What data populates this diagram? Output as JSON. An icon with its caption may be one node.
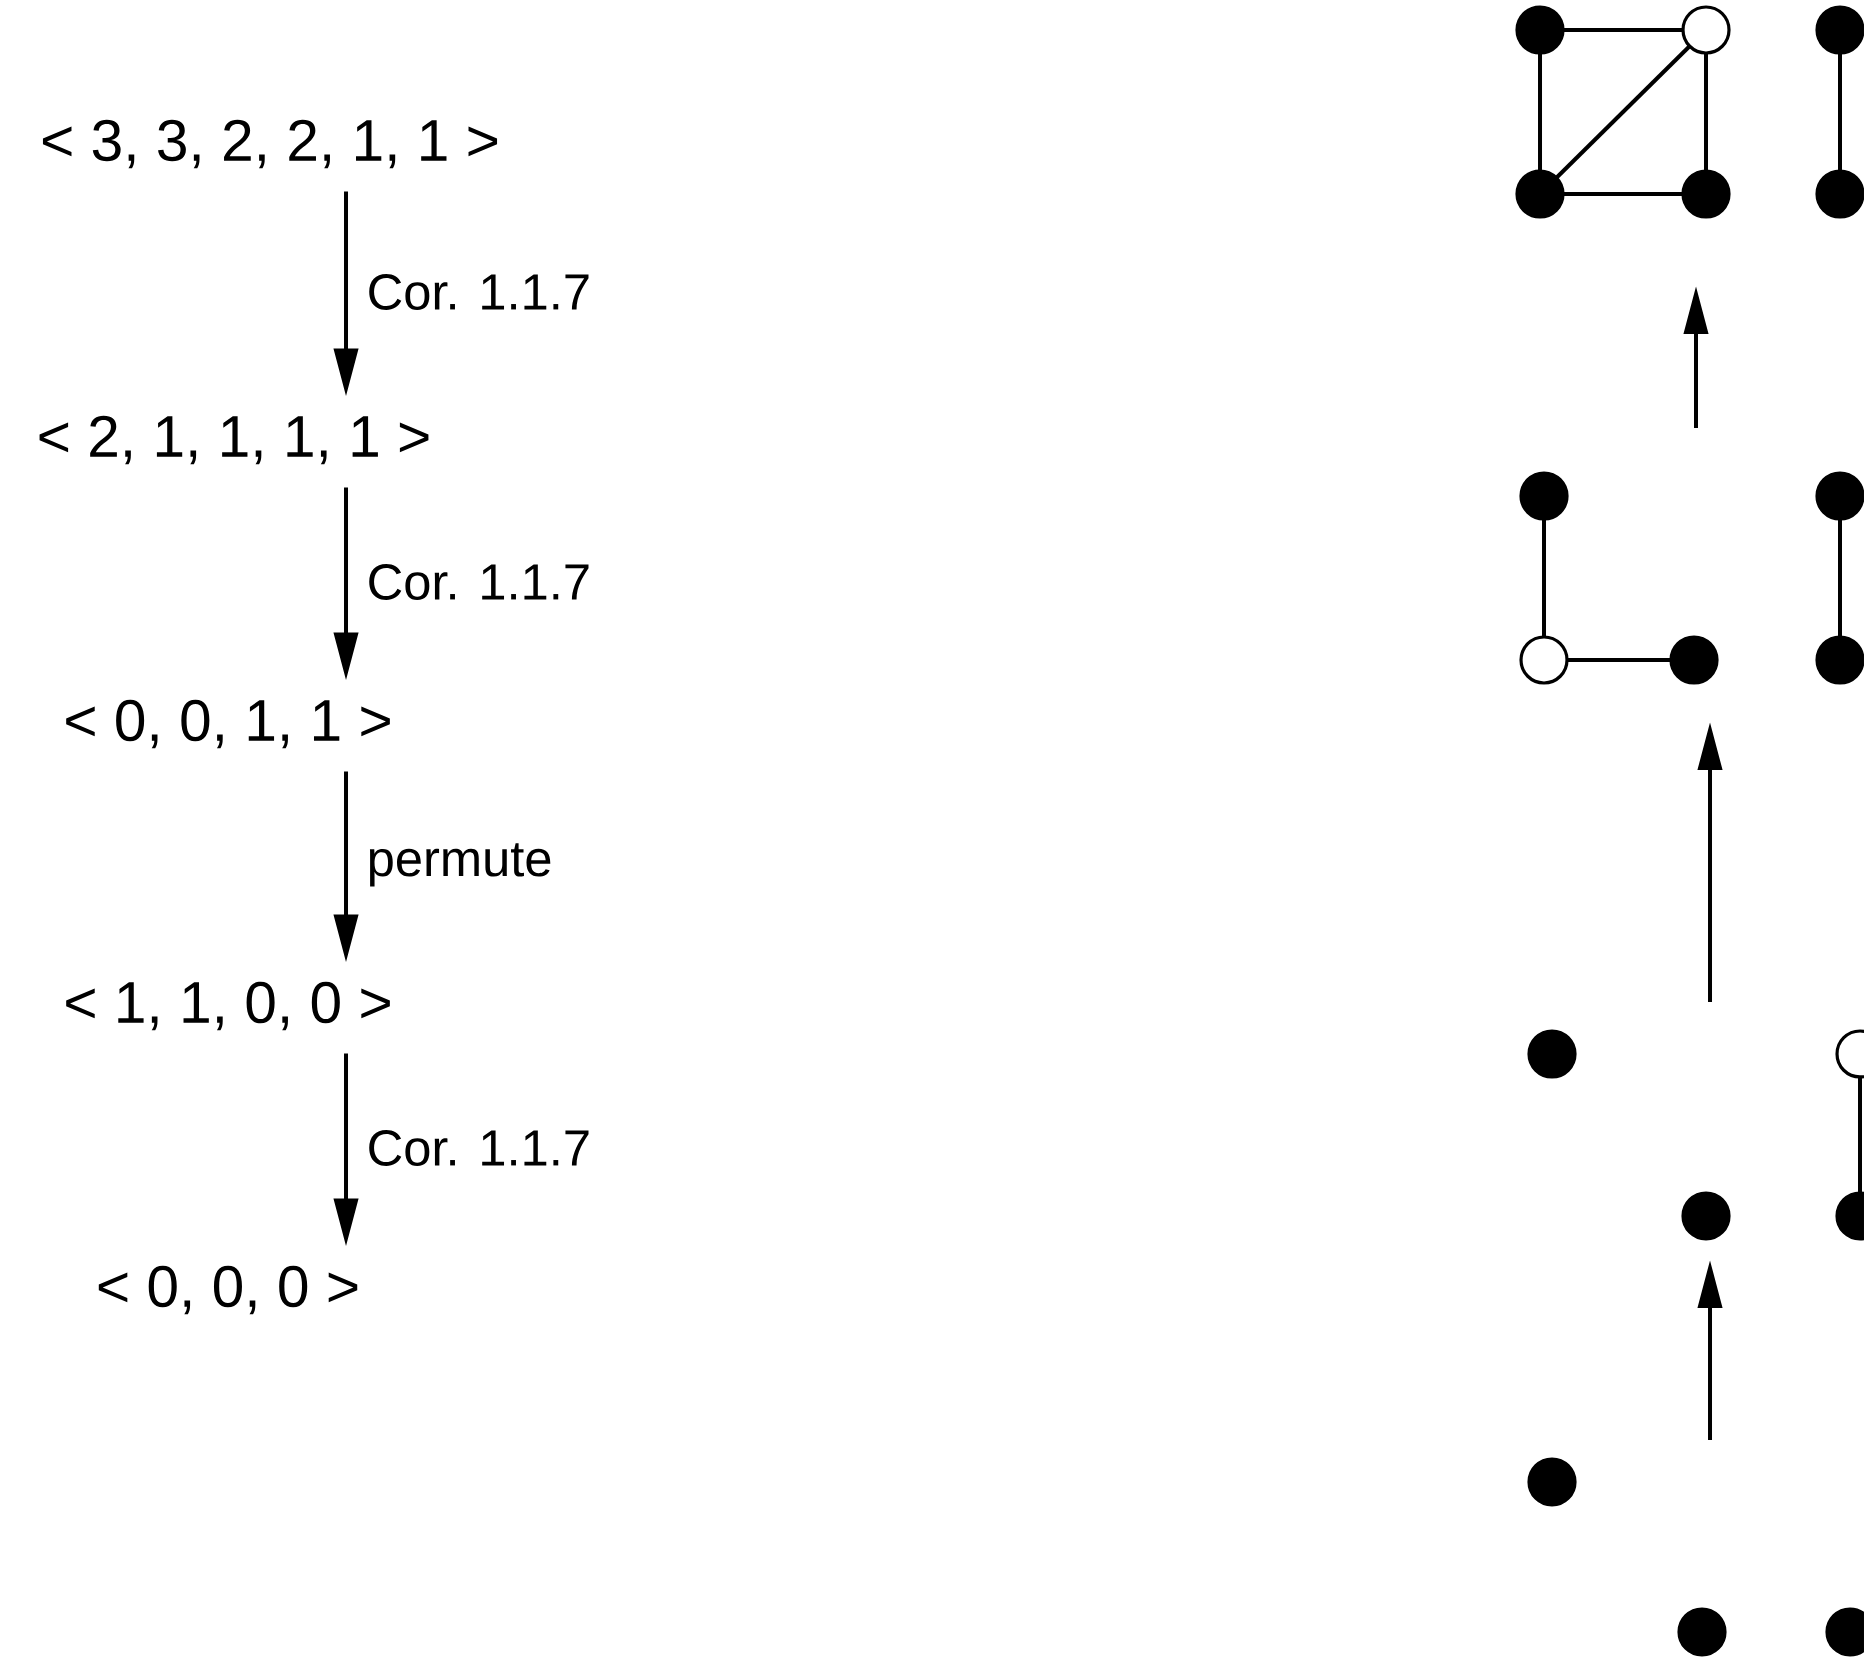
{
  "diagram": {
    "nodes": [
      {
        "text": [
          "< 3, 3, 2, 2, 1, 1 >"
        ]
      },
      {
        "text": [
          "< 2, 1, 1, 1, 1 >"
        ]
      },
      {
        "text": [
          "< 0, 0, 1, 1 >"
        ]
      },
      {
        "text": [
          "< 1, 1, 0, 0 >"
        ]
      },
      {
        "text": [
          "< 0, 0, 0 >"
        ]
      },
      {
        "text": [],
        "shape": "picture"
      },
      {
        "text": [],
        "shape": "picture"
      },
      {
        "text": [],
        "shape": "picture"
      },
      {
        "text": [],
        "shape": "picture"
      }
    ],
    "edges": [
      {
        "from": 0,
        "to": 1,
        "arrow": "to",
        "label": "Cor. 1.1.7"
      },
      {
        "from": 1,
        "to": 2,
        "arrow": "to",
        "label": "Cor. 1.1.7"
      },
      {
        "from": 2,
        "to": 3,
        "arrow": "to",
        "label": "permute"
      },
      {
        "from": 3,
        "to": 4,
        "arrow": "to",
        "label": "Cor. 1.1.7"
      },
      {
        "from": 8,
        "to": 7,
        "arrow": "to"
      },
      {
        "from": 7,
        "to": 6,
        "arrow": "to"
      },
      {
        "from": 6,
        "to": 5,
        "arrow": "to"
      }
    ]
  }
}
